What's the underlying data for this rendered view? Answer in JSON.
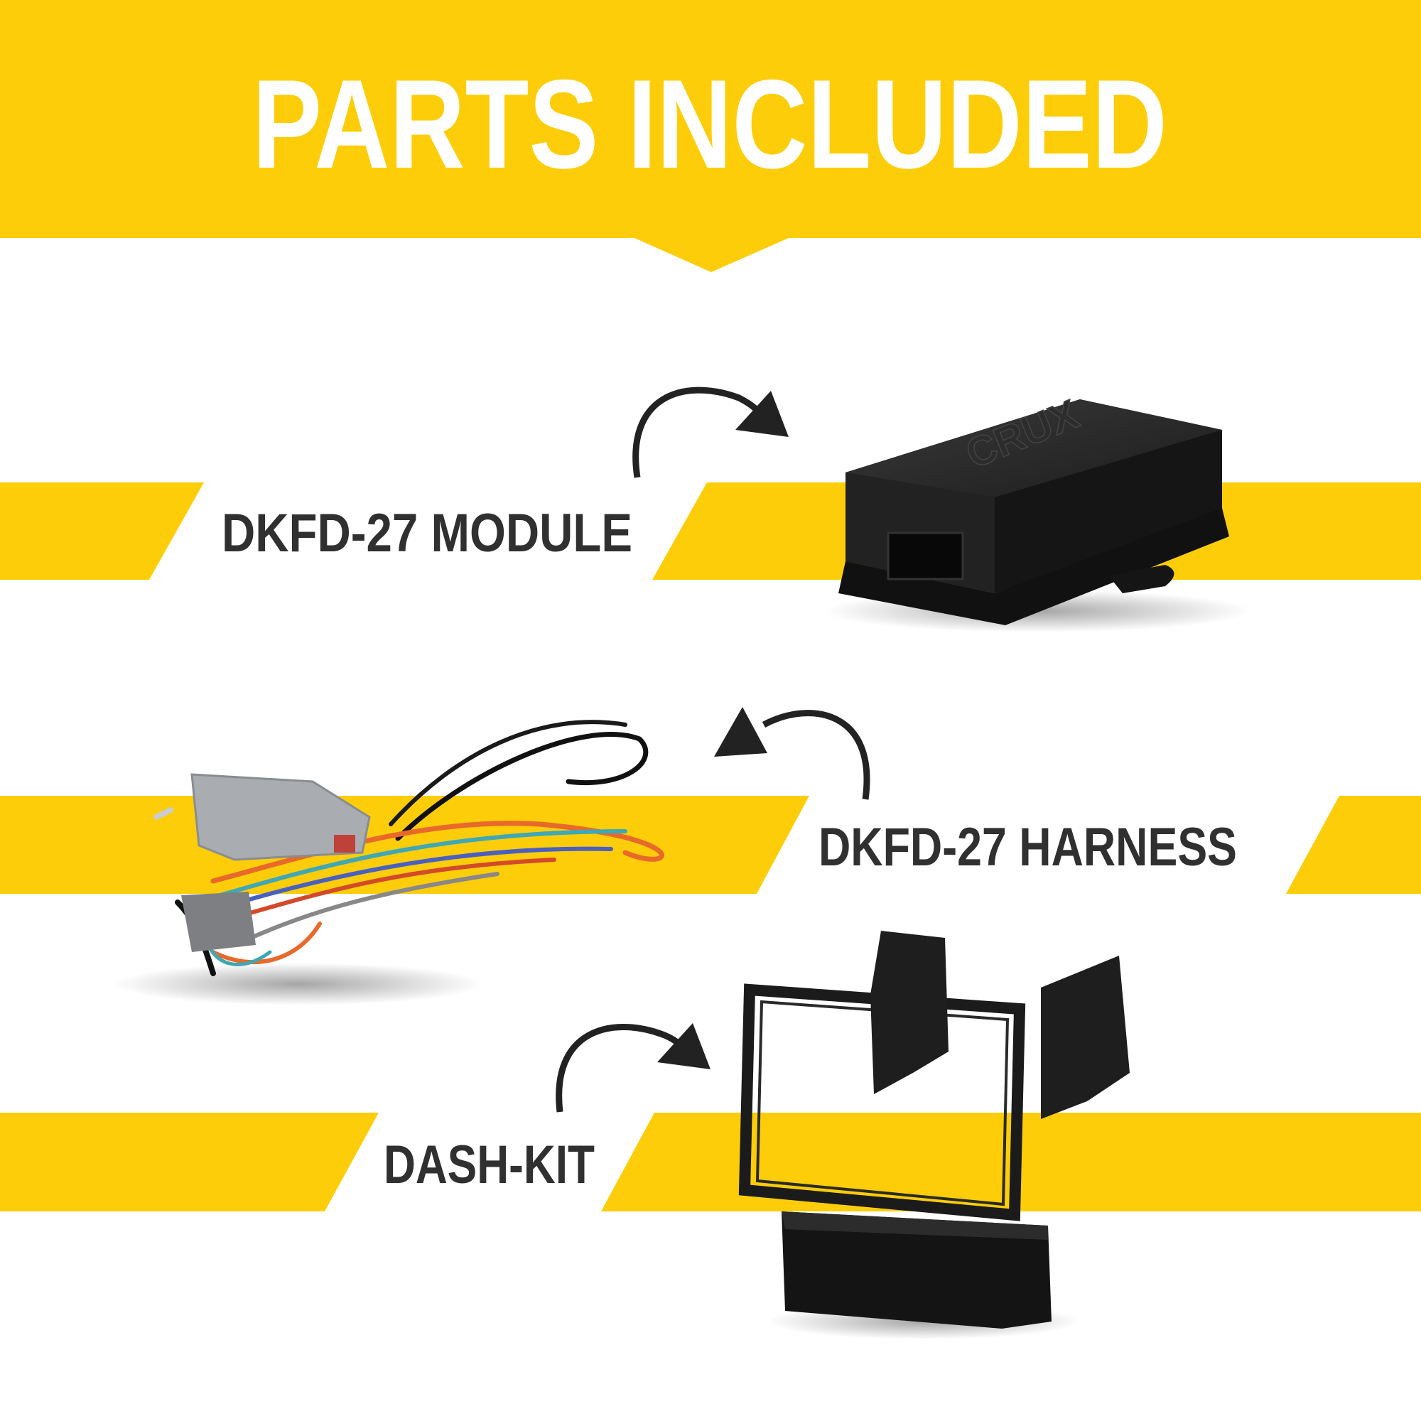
{
  "header": {
    "title": "PARTS INCLUDED"
  },
  "parts": [
    {
      "label": "DKFD-27 MODULE",
      "logo_text": "CRUX"
    },
    {
      "label": "DKFD-27 HARNESS"
    },
    {
      "label": "DASH-KIT"
    }
  ],
  "colors": {
    "accent": "#FDCD09",
    "text_dark": "#303030",
    "title_text": "#FFFFFF"
  }
}
